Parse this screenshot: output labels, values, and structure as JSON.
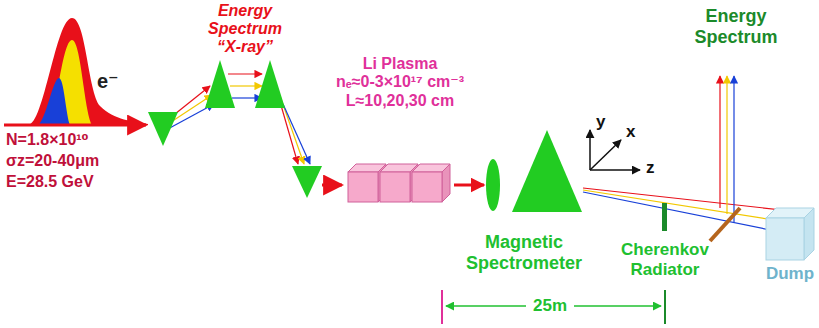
{
  "diagram": {
    "nodes": [
      {
        "text": [
          "Li Plasma",
          "nₑ≈0-3×10¹⁷ cm⁻³",
          "L≈10,20,30 cm"
        ]
      },
      {
        "text": [
          "Magnetic Spectrometer"
        ]
      },
      {
        "text": [
          "Cherenkov Radiator"
        ]
      },
      {
        "text": [
          "Dump"
        ]
      }
    ],
    "edges": [
      {
        "from": 0,
        "to": 1,
        "arrow": "to"
      }
    ],
    "labels": [
      "Energy Spectrum",
      "“X-ray”",
      "e⁻",
      "N=1.8×10¹⁰",
      "σz=20-40μm",
      "E=28.5 GeV",
      "y",
      "x",
      "z",
      "Energy Spectrum",
      "25m"
    ]
  }
}
